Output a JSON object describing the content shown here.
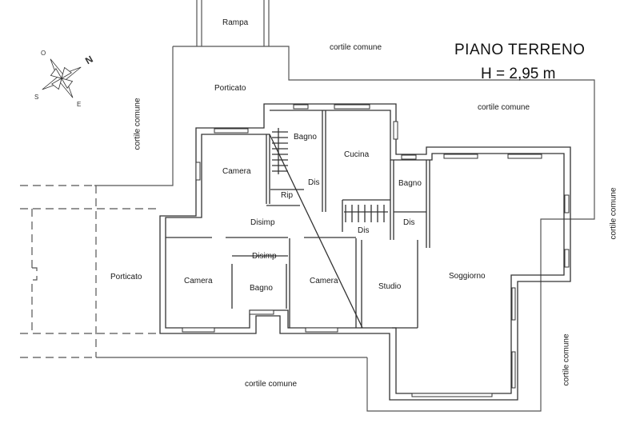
{
  "header": {
    "title": "PIANO TERRENO",
    "height": "H = 2,95 m"
  },
  "compass": {
    "icon": "compass-rose-icon",
    "north": "N",
    "south": "S",
    "east": "E",
    "west": "O"
  },
  "areas": {
    "rampa": "Rampa",
    "porticato_top": "Porticato",
    "porticato_left": "Porticato",
    "cortile_top": "cortile comune",
    "cortile_top_right": "cortile comune",
    "cortile_left": "cortile comune",
    "cortile_right": "cortile comune",
    "cortile_right_lower": "cortile comune",
    "cortile_bottom": "cortile comune"
  },
  "rooms": {
    "camera_top": "Camera",
    "bagno_top": "Bagno",
    "cucina": "Cucina",
    "rip": "Rip",
    "dis_1": "Dis",
    "disimp_1": "Disimp",
    "disimp_2": "Disimp",
    "dis_2": "Dis",
    "bagno_right": "Bagno",
    "dis_3": "Dis",
    "camera_left": "Camera",
    "bagno_center": "Bagno",
    "camera_center": "Camera",
    "studio": "Studio",
    "soggiorno": "Soggiorno"
  }
}
